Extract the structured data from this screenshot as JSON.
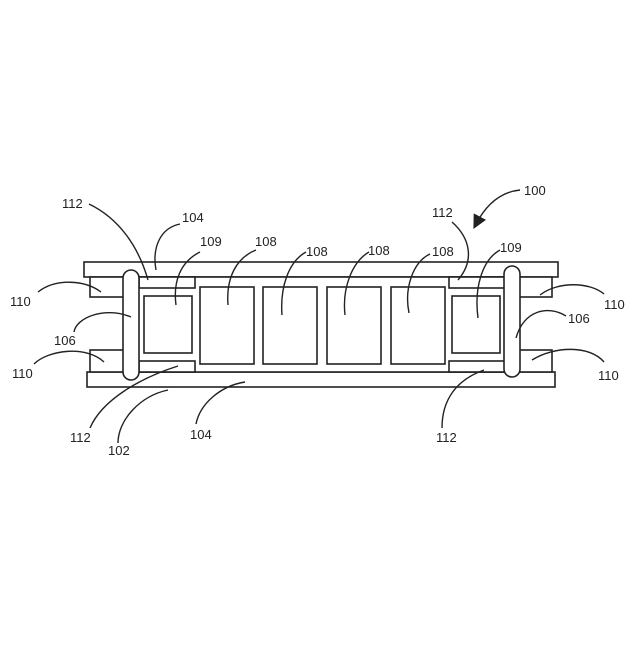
{
  "diagram": {
    "labels": {
      "l100": "100",
      "l102": "102",
      "l104_top": "104",
      "l104_bottom": "104",
      "l106_left": "106",
      "l106_right": "106",
      "l108_a": "108",
      "l108_b": "108",
      "l108_c": "108",
      "l108_d": "108",
      "l109_left": "109",
      "l109_right": "109",
      "l110_tl": "110",
      "l110_bl": "110",
      "l110_tr": "110",
      "l110_br": "110",
      "l112_tl": "112",
      "l112_tr": "112",
      "l112_bl": "112",
      "l112_br": "112"
    }
  }
}
